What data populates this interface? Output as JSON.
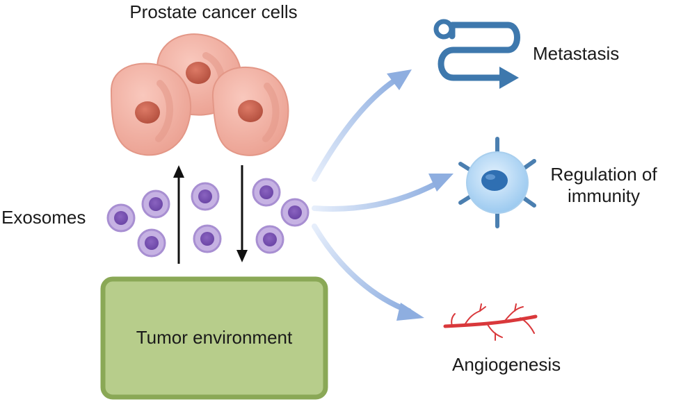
{
  "title": "Prostate cancer cells",
  "exosomes_label": "Exosomes",
  "tumor_label": "Tumor environment",
  "outcomes": {
    "metastasis": "Metastasis",
    "regulation_line1": "Regulation of",
    "regulation_line2": "immunity",
    "angiogenesis": "Angiogenesis"
  },
  "colors": {
    "cell": "#f2b3a6",
    "nucleus": "#c9614e",
    "exosome": "#a98bd0",
    "tumor_fill": "#b7cd8b",
    "tumor_border": "#8aa856",
    "metastasis_icon": "#3e78ad",
    "flow_arrow": "#9bb6e2",
    "vessel": "#d9383b"
  },
  "icons": [
    "prostate-cell-icon",
    "exosome-icon",
    "metastasis-icon",
    "immune-cell-icon",
    "blood-vessel-icon",
    "up-arrow-icon",
    "down-arrow-icon"
  ]
}
